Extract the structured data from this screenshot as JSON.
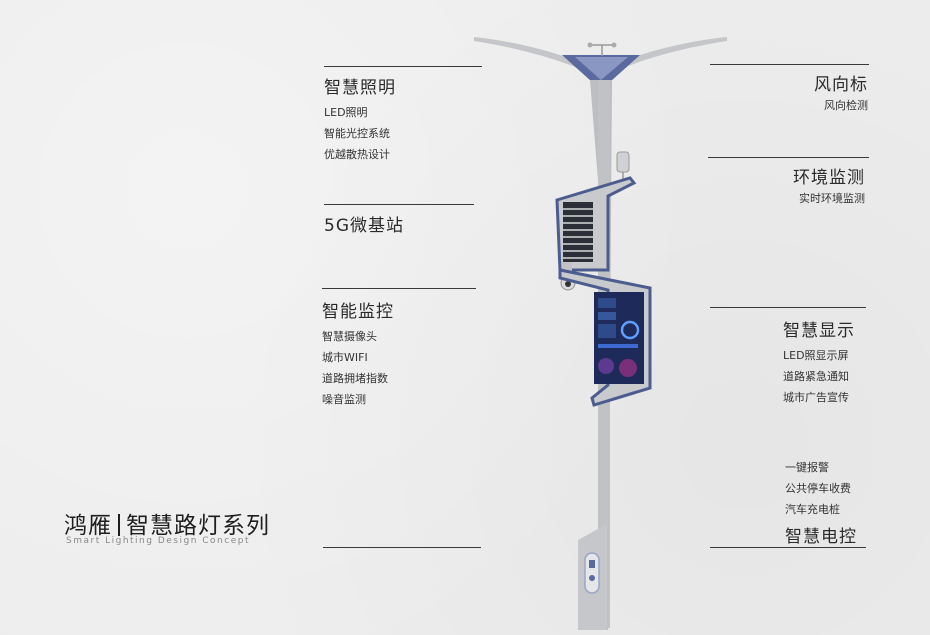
{
  "brand": {
    "name_left": "鸿雁",
    "name_right": "智慧路灯系列",
    "subtitle": "Smart Lighting Design Concept"
  },
  "left": {
    "lighting": {
      "title": "智慧照明",
      "items": [
        "LED照明",
        "智能光控系统",
        "优越散热设计"
      ]
    },
    "base_station": {
      "title": "5G微基站"
    },
    "monitoring": {
      "title": "智能监控",
      "items": [
        "智慧摄像头",
        "城市WIFI",
        "道路拥堵指数",
        "噪音监测"
      ]
    }
  },
  "right": {
    "wind": {
      "title": "风向标",
      "items": [
        "风向检测"
      ]
    },
    "environment": {
      "title": "环境监测",
      "items": [
        "实时环境监测"
      ]
    },
    "display": {
      "title": "智慧显示",
      "items": [
        "LED照显示屏",
        "道路紧急通知",
        "城市广告宣传"
      ]
    },
    "power": {
      "title": "智慧电控",
      "items": [
        "一键报警",
        "公共停车收费",
        "汽车充电桩"
      ]
    }
  },
  "colors": {
    "pole": "#bfc1c4",
    "accent_blue": "#4d5c8f",
    "screen": "#1e2b5a"
  }
}
